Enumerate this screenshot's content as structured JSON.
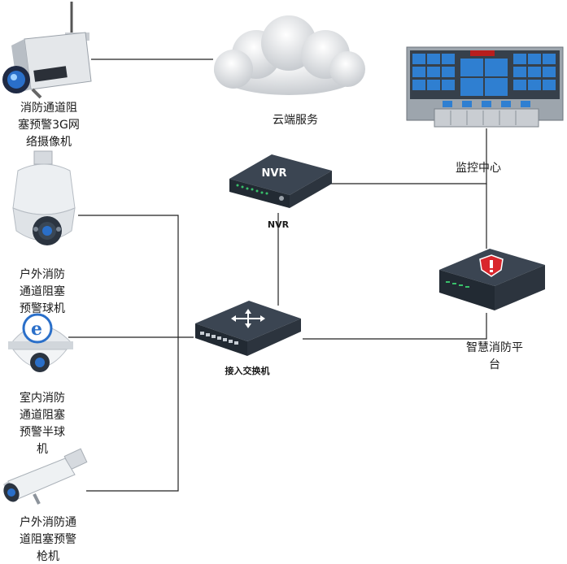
{
  "labels": {
    "cam_3g": "消防通道阻\n塞预警3G网\n络摄像机",
    "cloud": "云端服务",
    "monitor": "监控中心",
    "nvr_device": "NVR",
    "nvr": "NVR",
    "dome_outdoor": "户外消防\n通道阻塞\n预警球机",
    "switch": "接入交换机",
    "platform": "智慧消防平\n台",
    "dome_indoor": "室内消防\n通道阻塞\n预警半球\n机",
    "bullet": "户外消防通\n道阻塞预警\n枪机"
  },
  "colors": {
    "line": "#222222",
    "device_dark": "#2f3742",
    "device_mid": "#4a5462",
    "screen_blue": "#2f7fd1",
    "lens_blue": "#2a6fc9",
    "alert_red": "#d9262c"
  }
}
